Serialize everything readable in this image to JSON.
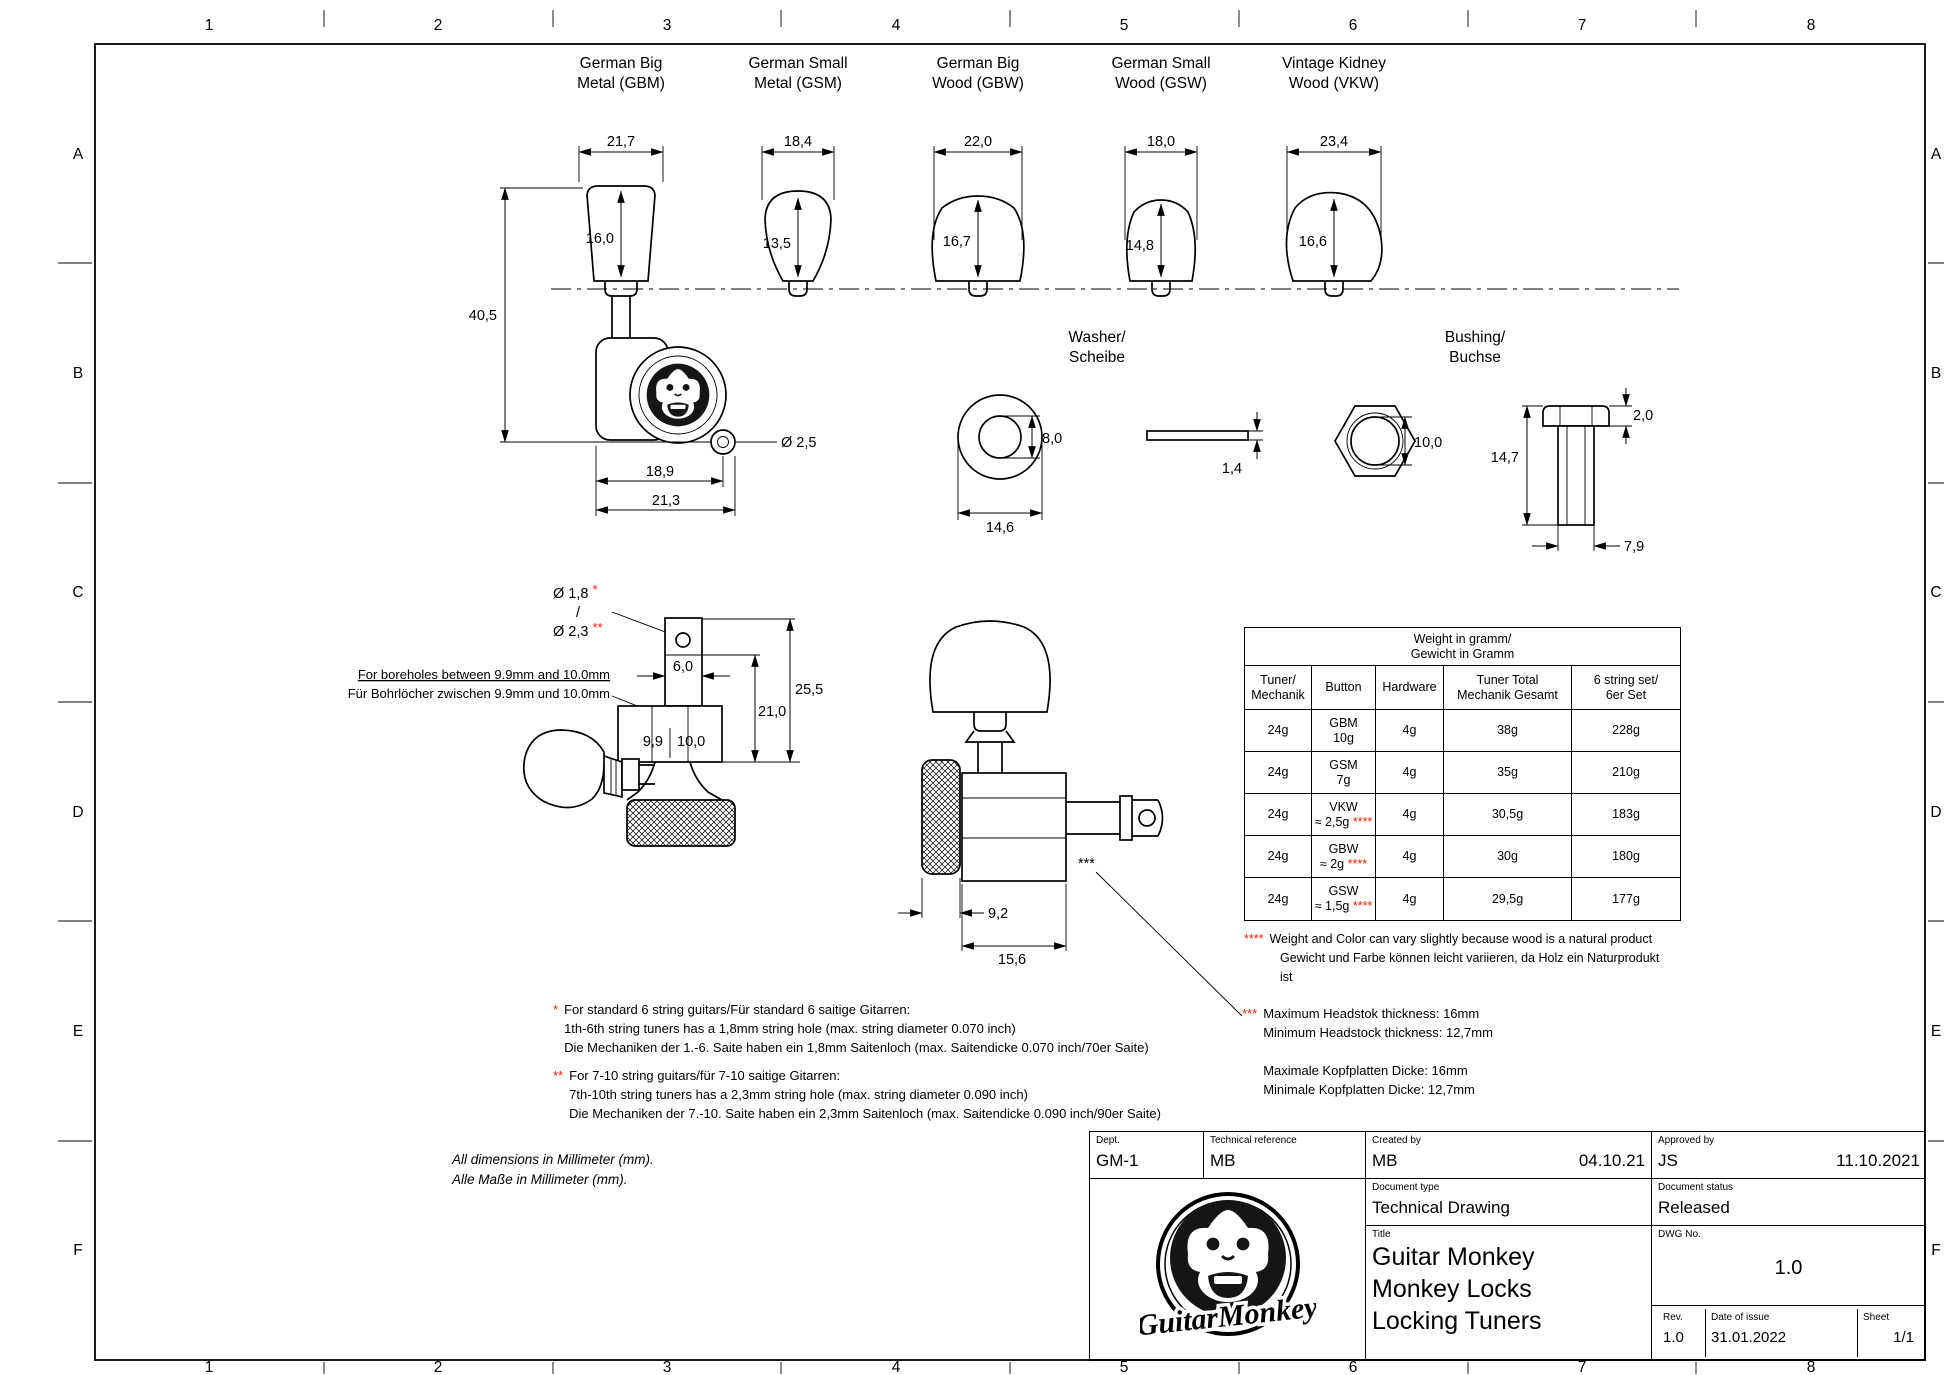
{
  "colors": {
    "line": "#000000",
    "asterisk_red": "#e8250c",
    "background": "#ffffff"
  },
  "frame": {
    "cols": [
      "1",
      "2",
      "3",
      "4",
      "5",
      "6",
      "7",
      "8"
    ],
    "rows": [
      "A",
      "B",
      "C",
      "D",
      "E",
      "F"
    ]
  },
  "button_headers": [
    {
      "l1": "German Big",
      "l2": "Metal (GBM)"
    },
    {
      "l1": "German Small",
      "l2": "Metal (GSM)"
    },
    {
      "l1": "German Big",
      "l2": "Wood (GBW)"
    },
    {
      "l1": "German Small",
      "l2": "Wood (GSW)"
    },
    {
      "l1": "Vintage Kidney",
      "l2": "Wood (VKW)"
    }
  ],
  "stars": {
    "s1": "*",
    "s2": "**",
    "s3": "***",
    "s4": "****"
  },
  "dims": {
    "gbm_w": "21,7",
    "gbm_h": "16,0",
    "gsm_w": "18,4",
    "gsm_h": "13,5",
    "gbw_w": "22,0",
    "gbw_h": "16,7",
    "gsw_w": "18,0",
    "gsw_h": "14,8",
    "vkw_w": "23,4",
    "vkw_h": "16,6",
    "tuner_height": "40,5",
    "string_hole": "Ø 2,5",
    "body_w1": "18,9",
    "body_w2": "21,3",
    "washer_id": "8,0",
    "washer_od": "14,6",
    "washer_t": "1,4",
    "bushing_id": "10,0",
    "bushing_h": "14,7",
    "bushing_flange_t": "2,0",
    "bushing_body_w": "7,9",
    "post_hole_6str": "Ø 1,8",
    "slash": "/",
    "post_hole_7str": "Ø 2,3",
    "post_top_w": "6,0",
    "bore_w1": "9,9",
    "bore_w2": "10,0",
    "post_h1": "21,0",
    "post_h2": "25,5",
    "knurl_d": "9,2",
    "body_len": "15,6"
  },
  "labels": {
    "washer_l1": "Washer/",
    "washer_l2": "Scheibe",
    "bushing_l1": "Bushing/",
    "bushing_l2": "Buchse"
  },
  "weight_table": {
    "title_l1": "Weight in gramm/",
    "title_l2": "Gewicht in Gramm",
    "headers": [
      {
        "l1": "Tuner/",
        "l2": "Mechanik"
      },
      {
        "l1": "Button",
        "l2": ""
      },
      {
        "l1": "Hardware",
        "l2": ""
      },
      {
        "l1": "Tuner Total",
        "l2": "Mechanik Gesamt"
      },
      {
        "l1": "6 string set/",
        "l2": "6er Set"
      }
    ],
    "rows": [
      {
        "tuner": "24g",
        "button_l1": "GBM",
        "button_l2": "10g",
        "button_star": "",
        "hardware": "4g",
        "total": "38g",
        "set": "228g"
      },
      {
        "tuner": "24g",
        "button_l1": "GSM",
        "button_l2": "7g",
        "button_star": "",
        "hardware": "4g",
        "total": "35g",
        "set": "210g"
      },
      {
        "tuner": "24g",
        "button_l1": "VKW",
        "button_l2": "≈ 2,5g",
        "button_star": "****",
        "hardware": "4g",
        "total": "30,5g",
        "set": "183g"
      },
      {
        "tuner": "24g",
        "button_l1": "GBW",
        "button_l2": "≈ 2g",
        "button_star": "****",
        "hardware": "4g",
        "total": "30g",
        "set": "180g"
      },
      {
        "tuner": "24g",
        "button_l1": "GSW",
        "button_l2": "≈ 1,5g",
        "button_star": "****",
        "hardware": "4g",
        "total": "29,5g",
        "set": "177g"
      }
    ]
  },
  "notes": {
    "borehole_l1": "For boreholes between 9.9mm and 10.0mm",
    "borehole_l2": "Für Bohrlöcher zwischen 9.9mm und 10.0mm",
    "wood_en": "Weight and Color can vary slightly because wood is a natural product",
    "wood_de": "Gewicht und Farbe können leicht variieren, da Holz ein Naturprodukt ist",
    "six_title": "For standard 6 string guitars/Für standard 6 saitige Gitarren:",
    "six_l1": "1th-6th string tuners has a 1,8mm string hole (max. string diameter 0.070 inch)",
    "six_l2": "Die Mechaniken der 1.-6. Saite haben ein 1,8mm Saitenloch (max. Saitendicke 0.070 inch/70er Saite)",
    "seven_title": "For 7-10 string guitars/für 7-10 saitige Gitarren:",
    "seven_l1": "7th-10th string tuners has a 2,3mm string hole (max. string diameter 0.090 inch)",
    "seven_l2": "Die Mechaniken der 7.-10. Saite haben ein 2,3mm Saitenloch (max. Saitendicke 0.090 inch/90er Saite)",
    "head_l1": "Maximum Headstok thickness: 16mm",
    "head_l2": "Minimum Headstock thickness: 12,7mm",
    "head_l3": "Maximale Kopfplatten Dicke: 16mm",
    "head_l4": "Minimale Kopfplatten Dicke: 12,7mm",
    "units_l1": "All dimensions in Millimeter (mm).",
    "units_l2": "Alle Maße in Millimeter (mm)."
  },
  "titleblock": {
    "dept_label": "Dept.",
    "dept": "GM-1",
    "techref_label": "Technical reference",
    "techref": "MB",
    "created_label": "Created by",
    "created": "MB",
    "created_date": "04.10.21",
    "approved_label": "Approved by",
    "approved": "JS",
    "approved_date": "11.10.2021",
    "doctype_label": "Document type",
    "doctype": "Technical Drawing",
    "docstatus_label": "Document status",
    "docstatus": "Released",
    "title_label": "Title",
    "title_l1": "Guitar Monkey",
    "title_l2": "Monkey Locks",
    "title_l3": "Locking Tuners",
    "dwg_label": "DWG No.",
    "dwg_no": "1.0",
    "rev_label": "Rev.",
    "rev": "1.0",
    "issue_label": "Date of issue",
    "issue_date": "31.01.2022",
    "sheet_label": "Sheet",
    "sheet": "1/1",
    "logo_text": "GuitarMonkey"
  }
}
